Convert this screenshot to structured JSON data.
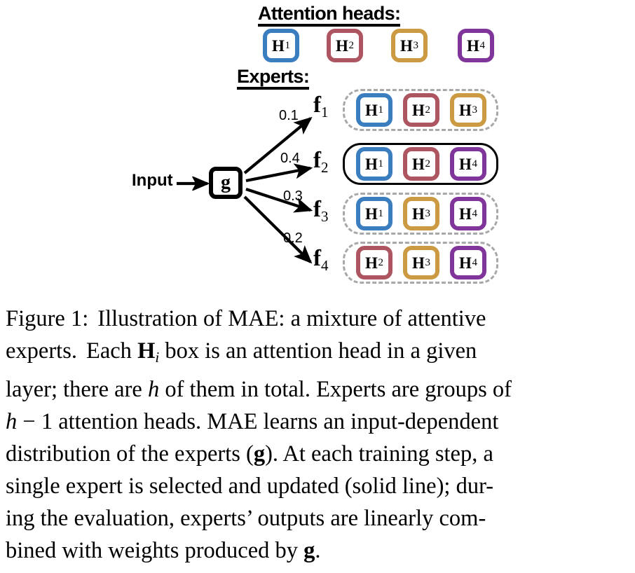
{
  "figure": {
    "labels": {
      "attention_heads": "Attention heads:",
      "experts": "Experts:",
      "input": "Input",
      "gate": "g"
    },
    "colors": {
      "h1": "#3a7ebf",
      "h2": "#ad5560",
      "h3": "#cb9a42",
      "h4": "#80359b",
      "group_dashed": "#a8a8a8",
      "group_selected": "#000000",
      "background": "#ffffff",
      "text": "#000000"
    },
    "heads": [
      {
        "id": "h1",
        "label": "H",
        "sub": "1",
        "color": "#3a7ebf"
      },
      {
        "id": "h2",
        "label": "H",
        "sub": "2",
        "color": "#ad5560"
      },
      {
        "id": "h3",
        "label": "H",
        "sub": "3",
        "color": "#cb9a42"
      },
      {
        "id": "h4",
        "label": "H",
        "sub": "4",
        "color": "#80359b"
      }
    ],
    "experts": [
      {
        "id": "f1",
        "label": "f",
        "sub": "1",
        "weight": "0.1",
        "selected": false,
        "border": "dashed",
        "members": [
          {
            "label": "H",
            "sub": "1",
            "color": "#3a7ebf"
          },
          {
            "label": "H",
            "sub": "2",
            "color": "#ad5560"
          },
          {
            "label": "H",
            "sub": "3",
            "color": "#cb9a42"
          }
        ]
      },
      {
        "id": "f2",
        "label": "f",
        "sub": "2",
        "weight": "0.4",
        "selected": true,
        "border": "solid",
        "members": [
          {
            "label": "H",
            "sub": "1",
            "color": "#3a7ebf"
          },
          {
            "label": "H",
            "sub": "2",
            "color": "#ad5560"
          },
          {
            "label": "H",
            "sub": "4",
            "color": "#80359b"
          }
        ]
      },
      {
        "id": "f3",
        "label": "f",
        "sub": "3",
        "weight": "0.3",
        "selected": false,
        "border": "dashed",
        "members": [
          {
            "label": "H",
            "sub": "1",
            "color": "#3a7ebf"
          },
          {
            "label": "H",
            "sub": "3",
            "color": "#cb9a42"
          },
          {
            "label": "H",
            "sub": "4",
            "color": "#80359b"
          }
        ]
      },
      {
        "id": "f4",
        "label": "f",
        "sub": "4",
        "weight": "0.2",
        "selected": false,
        "border": "dashed",
        "members": [
          {
            "label": "H",
            "sub": "2",
            "color": "#ad5560"
          },
          {
            "label": "H",
            "sub": "3",
            "color": "#cb9a42"
          },
          {
            "label": "H",
            "sub": "4",
            "color": "#80359b"
          }
        ]
      }
    ]
  },
  "caption": {
    "figure_number": "Figure 1:",
    "line1_a": "Illustration of MAE: a mixture of attentive",
    "line2_a": "experts.",
    "line2_b": "Each",
    "line2_h": "H",
    "line2_sub": "i",
    "line2_c": "box is an attention head in a given",
    "line3_a": "layer; there are",
    "line3_h": "h",
    "line3_b": "of them in total. Experts are groups of",
    "line4_h": "h",
    "line4_a": "− 1 attention heads. MAE learns an input-dependent",
    "line5_a": "distribution of the experts (",
    "line5_g": "g",
    "line5_b": "). At each training step, a",
    "line6_a": "single expert is selected and updated (solid line); dur-",
    "line7_a": "ing the evaluation, experts’ outputs are linearly com-",
    "line8_a": "bined with weights produced by",
    "line8_g": "g",
    "line8_b": "."
  }
}
